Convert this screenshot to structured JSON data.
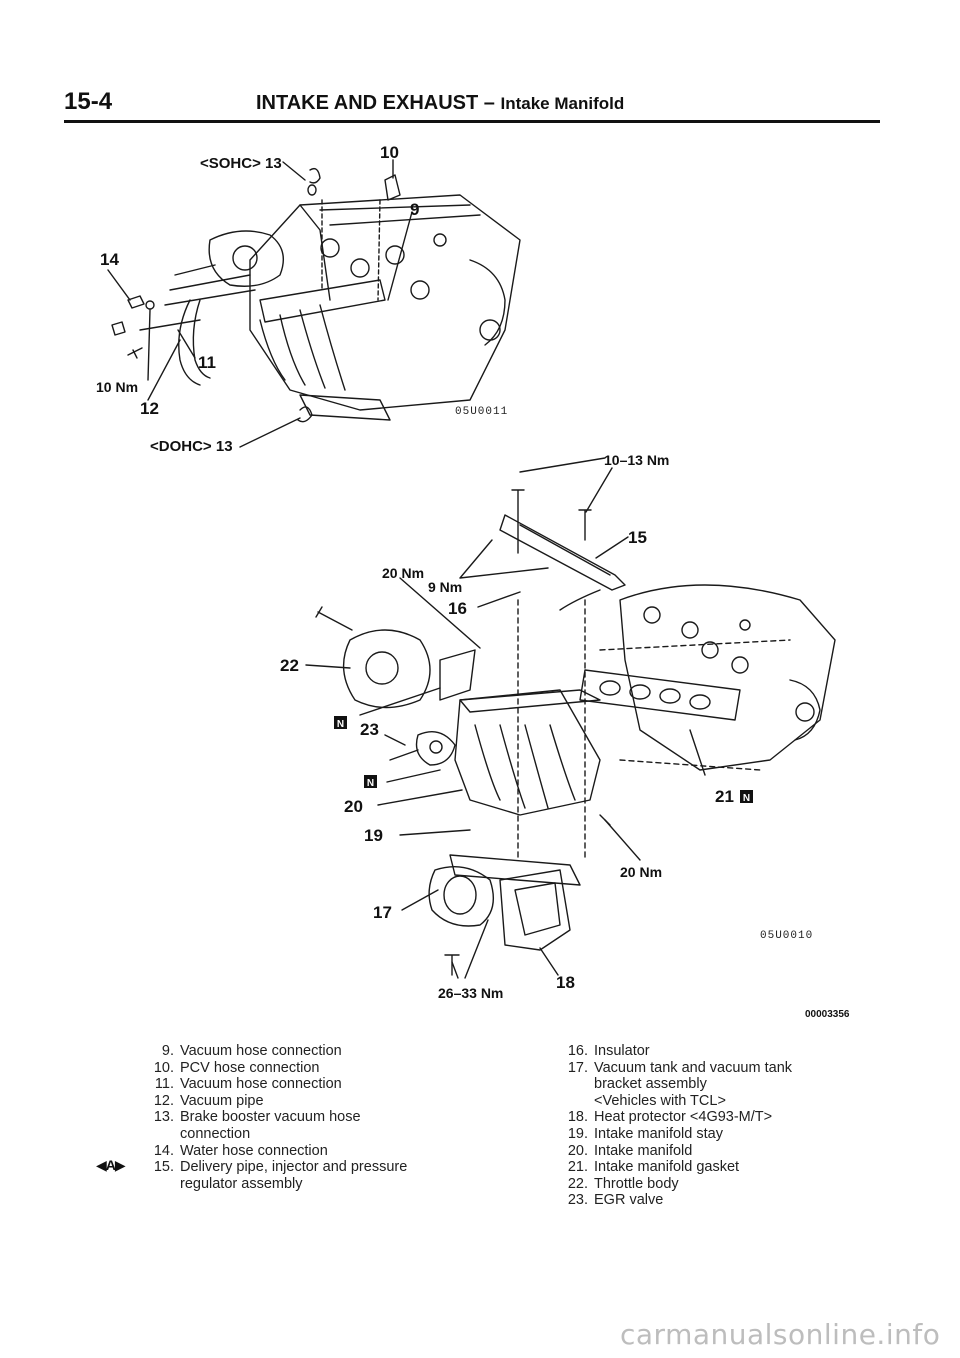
{
  "header": {
    "page_number": "15-4",
    "title_main": "INTAKE AND EXHAUST",
    "title_dash": " – ",
    "title_sub": "Intake Manifold"
  },
  "diagram_top": {
    "code": "05U0011",
    "labels": {
      "sohc": "<SOHC> 13",
      "dohc": "<DOHC> 13",
      "n10": "10",
      "n9": "9",
      "n14": "14",
      "n11": "11",
      "n12": "12",
      "torque": "10 Nm"
    }
  },
  "diagram_bottom": {
    "code": "05U0010",
    "labels": {
      "t1013": "10–13 Nm",
      "n15": "15",
      "t20a": "20 Nm",
      "t9": "9 Nm",
      "n16": "16",
      "n22": "22",
      "n23": "23",
      "n20": "20",
      "n19": "19",
      "n21": "21",
      "t20b": "20 Nm",
      "n17": "17",
      "n18": "18",
      "t2633": "26–33 Nm",
      "badge": "N"
    }
  },
  "figure_id": "00003356",
  "marker": "◀A▶",
  "parts_left": [
    {
      "num": "9.",
      "text": "Vacuum hose connection"
    },
    {
      "num": "10.",
      "text": "PCV hose connection"
    },
    {
      "num": "11.",
      "text": "Vacuum hose connection"
    },
    {
      "num": "12.",
      "text": "Vacuum pipe"
    },
    {
      "num": "13.",
      "text": "Brake booster vacuum hose\nconnection"
    },
    {
      "num": "14.",
      "text": "Water hose connection"
    },
    {
      "num": "15.",
      "text": "Delivery pipe, injector and pressure\nregulator assembly"
    }
  ],
  "parts_right": [
    {
      "num": "16.",
      "text": "Insulator"
    },
    {
      "num": "17.",
      "text": "Vacuum tank and vacuum tank\nbracket assembly\n<Vehicles with TCL>"
    },
    {
      "num": "18.",
      "text": "Heat protector <4G93-M/T>"
    },
    {
      "num": "19.",
      "text": "Intake manifold stay"
    },
    {
      "num": "20.",
      "text": "Intake manifold"
    },
    {
      "num": "21.",
      "text": "Intake manifold gasket"
    },
    {
      "num": "22.",
      "text": "Throttle body"
    },
    {
      "num": "23.",
      "text": "EGR valve"
    }
  ],
  "watermark": "carmanualsonline.info"
}
